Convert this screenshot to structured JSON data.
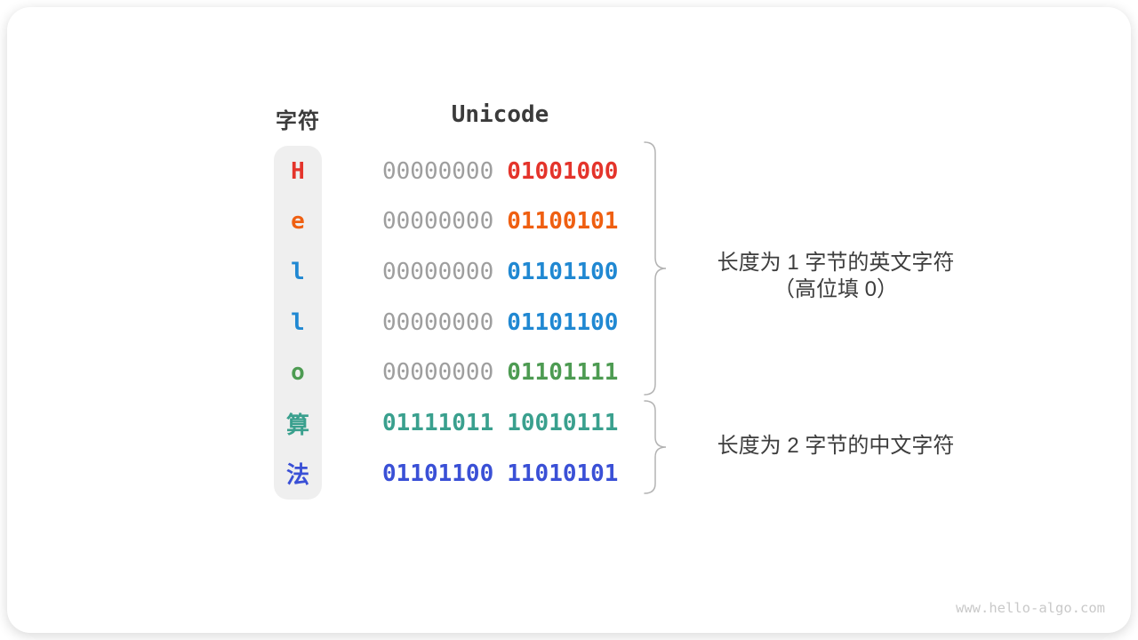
{
  "header": {
    "char_col": "字符",
    "unicode_col": "Unicode"
  },
  "colors": {
    "red": "#e4342b",
    "orange": "#ef5f11",
    "blue": "#2088d2",
    "green": "#4d9b52",
    "teal": "#3aa08e",
    "royal_blue": "#3a50d6",
    "gray_digits": "#9e9e9e"
  },
  "rows": [
    {
      "char": "H",
      "color": "red",
      "bytes": [
        {
          "text": "00000000",
          "color": "gray_digits",
          "bold": false
        },
        {
          "text": "01001000",
          "color": "red",
          "bold": true
        }
      ]
    },
    {
      "char": "e",
      "color": "orange",
      "bytes": [
        {
          "text": "00000000",
          "color": "gray_digits",
          "bold": false
        },
        {
          "text": "01100101",
          "color": "orange",
          "bold": true
        }
      ]
    },
    {
      "char": "l",
      "color": "blue",
      "bytes": [
        {
          "text": "00000000",
          "color": "gray_digits",
          "bold": false
        },
        {
          "text": "01101100",
          "color": "blue",
          "bold": true
        }
      ]
    },
    {
      "char": "l",
      "color": "blue",
      "bytes": [
        {
          "text": "00000000",
          "color": "gray_digits",
          "bold": false
        },
        {
          "text": "01101100",
          "color": "blue",
          "bold": true
        }
      ]
    },
    {
      "char": "o",
      "color": "green",
      "bytes": [
        {
          "text": "00000000",
          "color": "gray_digits",
          "bold": false
        },
        {
          "text": "01101111",
          "color": "green",
          "bold": true
        }
      ]
    },
    {
      "char": "算",
      "color": "teal",
      "bytes": [
        {
          "text": "01111011",
          "color": "teal",
          "bold": true
        },
        {
          "text": "10010111",
          "color": "teal",
          "bold": true
        }
      ]
    },
    {
      "char": "法",
      "color": "royal_blue",
      "bytes": [
        {
          "text": "01101100",
          "color": "royal_blue",
          "bold": true
        },
        {
          "text": "11010101",
          "color": "royal_blue",
          "bold": true
        }
      ]
    }
  ],
  "annotations": {
    "english": {
      "line1": "长度为 1 字节的英文字符",
      "line2": "（高位填 0）"
    },
    "chinese": {
      "line1": "长度为 2 字节的中文字符"
    }
  },
  "watermark": "www.hello-algo.com"
}
